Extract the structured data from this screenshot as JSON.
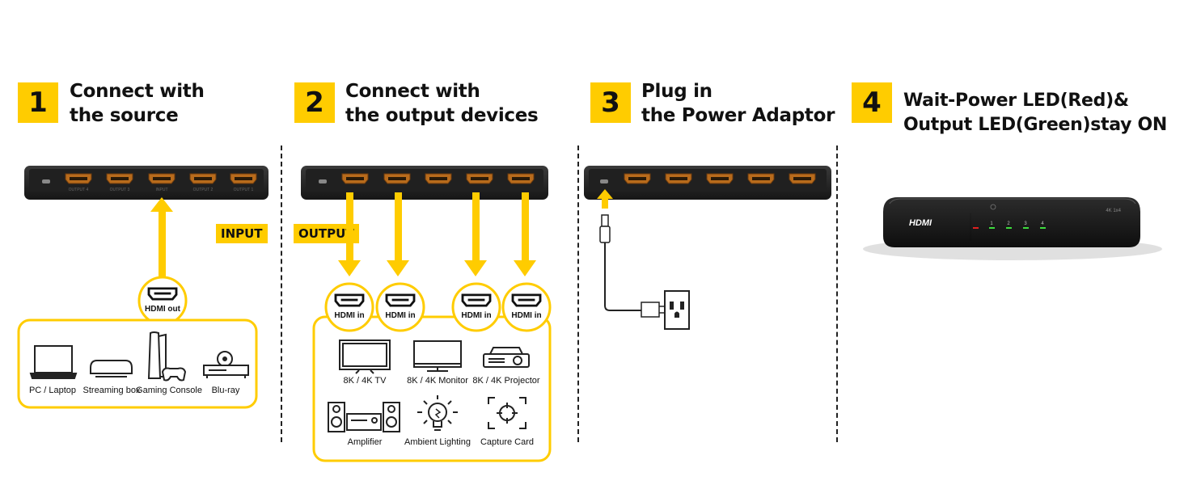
{
  "steps": [
    {
      "number": "1",
      "line1": "Connect with",
      "line2": "the source"
    },
    {
      "number": "2",
      "line1": "Connect with",
      "line2": "the output devices"
    },
    {
      "number": "3",
      "line1": "Plug in",
      "line2": "the Power Adaptor"
    },
    {
      "number": "4",
      "line1": "Wait-Power LED(Red)&",
      "line2": "Output LED(Green)stay ON"
    }
  ],
  "tags": {
    "input": "INPUT",
    "output": "OUTPUT"
  },
  "port_labels": [
    "OUTPUT 4",
    "OUTPUT 3",
    "INPUT",
    "OUTPUT 2",
    "OUTPUT 1"
  ],
  "hdmi": {
    "out": "HDMI out",
    "in": "HDMI in"
  },
  "sources": [
    "PC / Laptop",
    "Streaming box",
    "Gaming Console",
    "Blu-ray"
  ],
  "outputs_row1": [
    "8K / 4K TV",
    "8K / 4K Monitor",
    "8K / 4K Projector"
  ],
  "outputs_row2": [
    "Amplifier",
    "Ambient Lighting",
    "Capture Card"
  ],
  "device": {
    "logo": "HDMI",
    "leds": [
      "1",
      "2",
      "3",
      "4"
    ],
    "badge": "4K 1x4"
  },
  "colors": {
    "accent": "#ffcc00",
    "led_red": "#e02020",
    "led_green": "#3ddc3d"
  },
  "icons": [
    "hdmi-port-icon",
    "laptop-icon",
    "streaming-box-icon",
    "game-console-icon",
    "bluray-icon",
    "tv-icon",
    "monitor-icon",
    "projector-icon",
    "amplifier-icon",
    "lightbulb-icon",
    "capture-card-icon",
    "usb-c-plug-icon",
    "power-adapter-icon",
    "wall-outlet-icon"
  ]
}
